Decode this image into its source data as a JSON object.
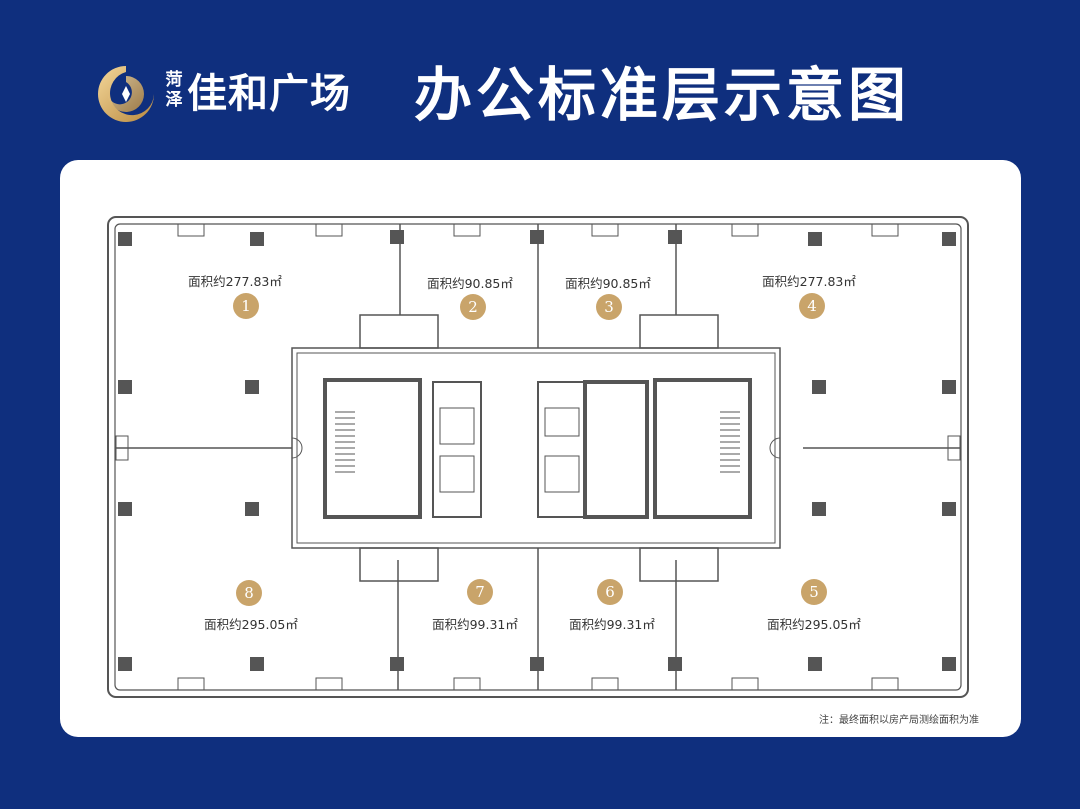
{
  "brand": {
    "name_small": "菏泽",
    "name": "佳和广场",
    "colors": {
      "background": "#0f2f7e",
      "gold": "#c9a46a",
      "wall": "#555555",
      "column": "#555555"
    }
  },
  "page_title": "办公标准层示意图",
  "units": [
    {
      "number": "1",
      "area_label": "面积约277.83㎡"
    },
    {
      "number": "2",
      "area_label": "面积约90.85㎡"
    },
    {
      "number": "3",
      "area_label": "面积约90.85㎡"
    },
    {
      "number": "4",
      "area_label": "面积约277.83㎡"
    },
    {
      "number": "5",
      "area_label": "面积约295.05㎡"
    },
    {
      "number": "6",
      "area_label": "面积约99.31㎡"
    },
    {
      "number": "7",
      "area_label": "面积约99.31㎡"
    },
    {
      "number": "8",
      "area_label": "面积约295.05㎡"
    }
  ],
  "footnote": "注：最终面积以房产局测绘面积为准",
  "icons": {
    "logo": "gold-swirl-logo-icon"
  }
}
